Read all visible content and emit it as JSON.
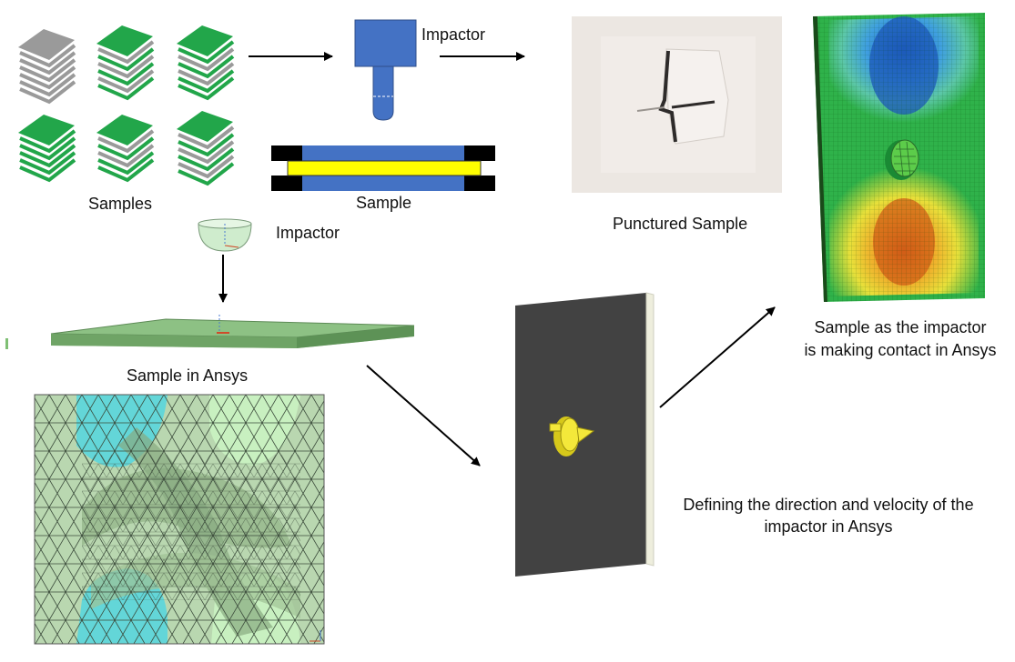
{
  "labels": {
    "samples": "Samples",
    "sample": "Sample",
    "impactor_top": "Impactor",
    "impactor_mid": "Impactor",
    "punctured_sample": "Punctured Sample",
    "sample_in_ansys": "Sample in Ansys",
    "direction_line1": "Defining the direction and velocity of the",
    "direction_line2": "impactor in Ansys",
    "contact_line1": "Sample as the impactor",
    "contact_line2": "is making contact in Ansys"
  },
  "colors": {
    "green": "#22a64a",
    "grey": "#9a9a9a",
    "blue": "#4472c4",
    "yellow": "#ffff00",
    "black": "#000000",
    "plate": "#424242",
    "mesh_green": "#b9d7b0",
    "mesh_cyan": "#63d6d8",
    "impactor_green": "#cfeccd"
  },
  "icons": [
    "arrow-icon",
    "impactor-rod-icon",
    "hemisphere-impactor-icon",
    "sample-stack-icon"
  ]
}
